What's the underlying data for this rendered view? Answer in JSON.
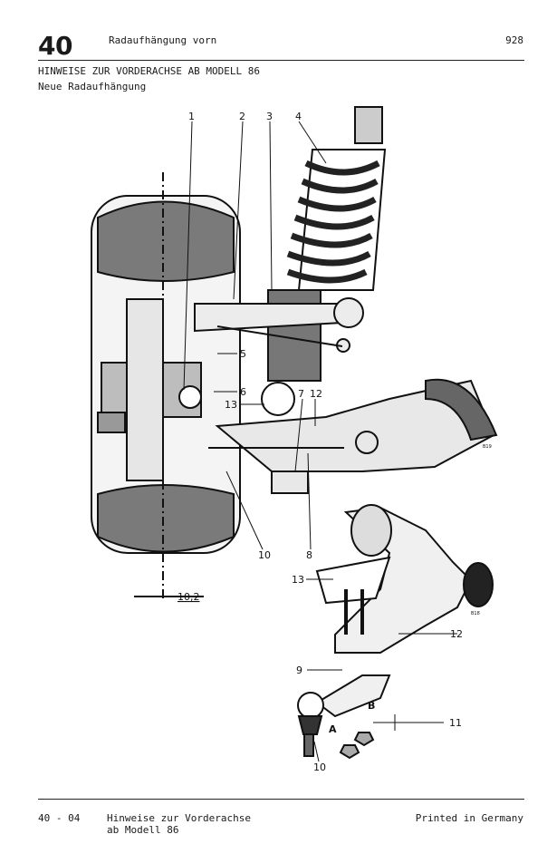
{
  "header": {
    "chapter_number": "40",
    "chapter_title": "Radaufhängung vorn",
    "model_code": "928"
  },
  "section": {
    "title": "HINWEISE ZUR VORDERACHSE AB MODELL 86",
    "subtitle": "Neue Radaufhängung"
  },
  "figure": {
    "callouts_top": [
      "1",
      "2",
      "3",
      "4"
    ],
    "callouts_side": [
      "5",
      "6",
      "13",
      "7",
      "12",
      "10",
      "8"
    ],
    "dimension": "10,2",
    "detail_callouts": [
      "13",
      "12",
      "9",
      "B",
      "A",
      "11",
      "10"
    ],
    "image_codes": [
      "B19",
      "B18"
    ]
  },
  "footer": {
    "page_number": "40 - 04",
    "title_line1": "Hinweise zur Vorderachse",
    "title_line2": "ab Modell 86",
    "printed": "Printed in Germany"
  }
}
